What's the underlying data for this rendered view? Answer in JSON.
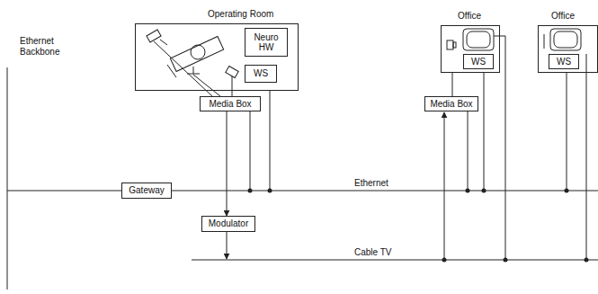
{
  "diagram": {
    "nodes": [
      {
        "text": [
          "Operating Room"
        ]
      },
      {
        "text": [
          "Neuro HW"
        ],
        "in": 0
      },
      {
        "text": [
          "WS"
        ],
        "in": 0
      },
      {
        "text": [
          "Media Box"
        ]
      },
      {
        "text": [
          "Office"
        ]
      },
      {
        "text": [
          "WS"
        ],
        "in": 4
      },
      {
        "text": [
          "Office"
        ]
      },
      {
        "text": [
          "WS"
        ],
        "in": 6
      },
      {
        "text": [
          "Media Box"
        ]
      },
      {
        "text": [
          "Gateway"
        ]
      },
      {
        "text": [
          "Modulator"
        ]
      }
    ],
    "edges": [
      {
        "from": 3,
        "to": 10,
        "arrow": "to"
      },
      {
        "from": 8,
        "to": 4,
        "arrow": "none"
      }
    ],
    "labels": [
      "Ethernet Backbone",
      "Ethernet",
      "Cable TV"
    ]
  }
}
